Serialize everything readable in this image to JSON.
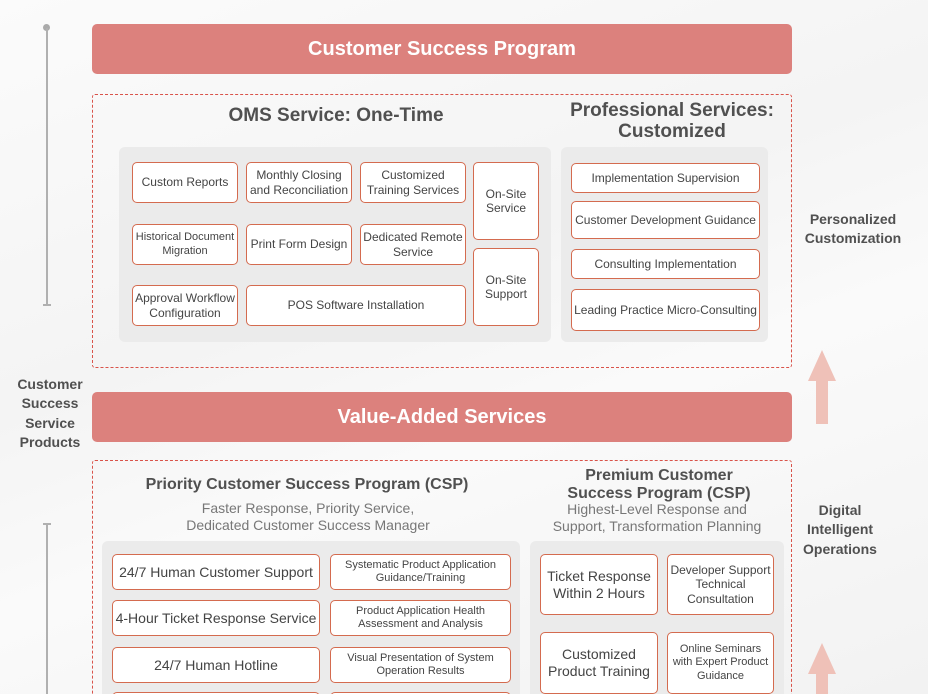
{
  "colors": {
    "banner": "#dc817d",
    "dashed_border": "#d9534a",
    "box_border": "#d46b4f",
    "panel_bg": "#ebebeb",
    "arrow": "#efc1b8"
  },
  "banners": {
    "top": "Customer Success Program",
    "middle": "Value-Added Services"
  },
  "side_label": "Customer Success Service Products",
  "right_labels": {
    "upper": "Personalized Customization",
    "lower": "Digital Intelligent Operations"
  },
  "oms": {
    "title": "OMS Service: One-Time",
    "items": [
      "Custom Reports",
      "Monthly Closing and Reconciliation",
      "Customized Training Services",
      "On-Site Service",
      "Historical Document Migration",
      "Print Form Design",
      "Dedicated Remote Service",
      "On-Site Support",
      "Approval Workflow Configuration",
      "POS Software Installation"
    ]
  },
  "professional": {
    "title": "Professional Services: Customized",
    "items": [
      "Implementation Supervision",
      "Customer Development Guidance",
      "Consulting Implementation",
      "Leading Practice Micro-Consulting"
    ]
  },
  "priority_csp": {
    "title": "Priority Customer Success Program (CSP)",
    "subtitle": "Faster Response, Priority Service, Dedicated Customer Success Manager",
    "left_items": [
      "24/7 Human Customer Support",
      "4-Hour Ticket Response Service",
      "24/7 Human Hotline"
    ],
    "right_items": [
      "Systematic Product Application Guidance/Training",
      "Product Application Health Assessment and Analysis",
      "Visual Presentation of System Operation Results"
    ]
  },
  "premium_csp": {
    "title": "Premium Customer Success Program (CSP)",
    "subtitle": "Highest-Level Response and Support, Transformation Planning",
    "items": [
      "Ticket Response Within 2 Hours",
      "Developer Support Technical Consultation",
      "Customized Product Training",
      "Online Seminars with Expert Product Guidance"
    ]
  }
}
